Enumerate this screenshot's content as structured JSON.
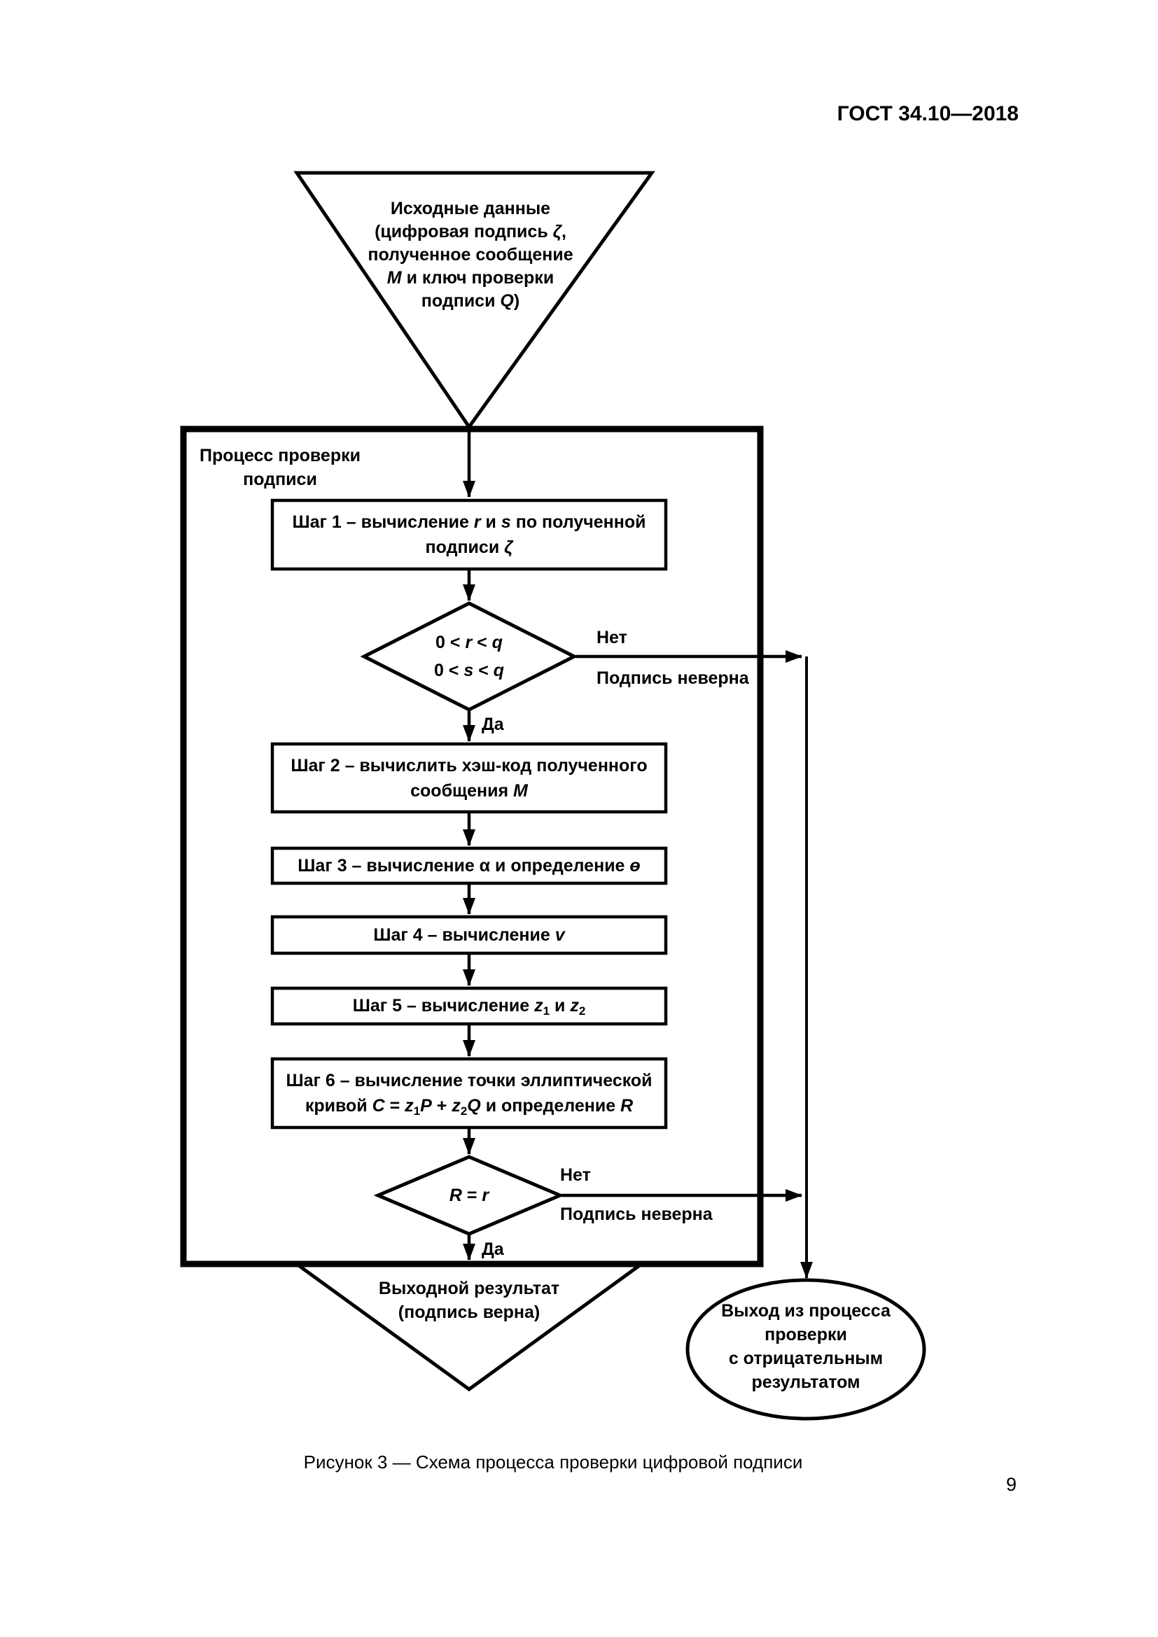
{
  "page": {
    "header": "ГОСТ 34.10—2018",
    "caption": "Рисунок 3 — Схема процесса проверки цифровой подписи",
    "page_number": "9"
  },
  "flowchart": {
    "labels": {
      "no": "Нет",
      "yes": "Да",
      "invalid": "Подпись неверна"
    },
    "input_triangle": {
      "lines": [
        [
          {
            "t": "Исходные данные"
          }
        ],
        [
          {
            "t": "(цифровая подпись "
          },
          {
            "t": "ζ",
            "i": true
          },
          {
            "t": ","
          }
        ],
        [
          {
            "t": "полученное сообщение"
          }
        ],
        [
          {
            "t": "М",
            "i": true
          },
          {
            "t": " и ключ проверки"
          }
        ],
        [
          {
            "t": "подписи "
          },
          {
            "t": "Q",
            "i": true
          },
          {
            "t": ")"
          }
        ]
      ]
    },
    "process_label": {
      "lines": [
        [
          {
            "t": "Процесс проверки"
          }
        ],
        [
          {
            "t": "подписи"
          }
        ]
      ]
    },
    "steps": [
      {
        "lines": [
          [
            {
              "t": "Шаг 1 – вычисление "
            },
            {
              "t": "r",
              "i": true
            },
            {
              "t": " и "
            },
            {
              "t": "s",
              "i": true
            },
            {
              "t": " по полученной"
            }
          ],
          [
            {
              "t": "подписи "
            },
            {
              "t": "ζ",
              "i": true
            }
          ]
        ]
      },
      {
        "lines": [
          [
            {
              "t": "Шаг 2 – вычислить хэш-код полученного"
            }
          ],
          [
            {
              "t": "сообщения "
            },
            {
              "t": "М",
              "i": true
            }
          ]
        ]
      },
      {
        "lines": [
          [
            {
              "t": "Шаг 3 – вычисление "
            },
            {
              "t": "α"
            },
            {
              "t": " и определение "
            },
            {
              "t": "ɵ",
              "i": true
            }
          ]
        ]
      },
      {
        "lines": [
          [
            {
              "t": "Шаг 4 – вычисление "
            },
            {
              "t": "v",
              "i": true
            }
          ]
        ]
      },
      {
        "lines": [
          [
            {
              "t": "Шаг 5 – вычисление "
            },
            {
              "t": "z",
              "i": true
            },
            {
              "t": "1",
              "sub": true
            },
            {
              "t": " и "
            },
            {
              "t": "z",
              "i": true
            },
            {
              "t": "2",
              "sub": true
            }
          ]
        ]
      },
      {
        "lines": [
          [
            {
              "t": "Шаг 6 – вычисление точки эллиптической"
            }
          ],
          [
            {
              "t": "кривой "
            },
            {
              "t": "C",
              "i": true
            },
            {
              "t": " = "
            },
            {
              "t": "z",
              "i": true
            },
            {
              "t": "1",
              "sub": true
            },
            {
              "t": "P",
              "i": true
            },
            {
              "t": " + "
            },
            {
              "t": "z",
              "i": true
            },
            {
              "t": "2",
              "sub": true
            },
            {
              "t": "Q",
              "i": true
            },
            {
              "t": " и определение "
            },
            {
              "t": "R",
              "i": true
            }
          ]
        ]
      }
    ],
    "decision1": {
      "lines": [
        [
          {
            "t": "0 < "
          },
          {
            "t": "r",
            "i": true
          },
          {
            "t": " < "
          },
          {
            "t": "q",
            "i": true
          }
        ],
        [
          {
            "t": "0 < "
          },
          {
            "t": "s",
            "i": true
          },
          {
            "t": " < "
          },
          {
            "t": "q",
            "i": true
          }
        ]
      ]
    },
    "decision2": {
      "lines": [
        [
          {
            "t": "R",
            "i": true
          },
          {
            "t": " = "
          },
          {
            "t": "r",
            "i": true
          }
        ]
      ]
    },
    "output_triangle": {
      "lines": [
        [
          {
            "t": "Выходной результат"
          }
        ],
        [
          {
            "t": "(подпись верна)"
          }
        ]
      ]
    },
    "exit_ellipse": {
      "lines": [
        [
          {
            "t": "Выход из процесса"
          }
        ],
        [
          {
            "t": "проверки"
          }
        ],
        [
          {
            "t": "с отрицательным"
          }
        ],
        [
          {
            "t": "результатом"
          }
        ]
      ]
    }
  }
}
